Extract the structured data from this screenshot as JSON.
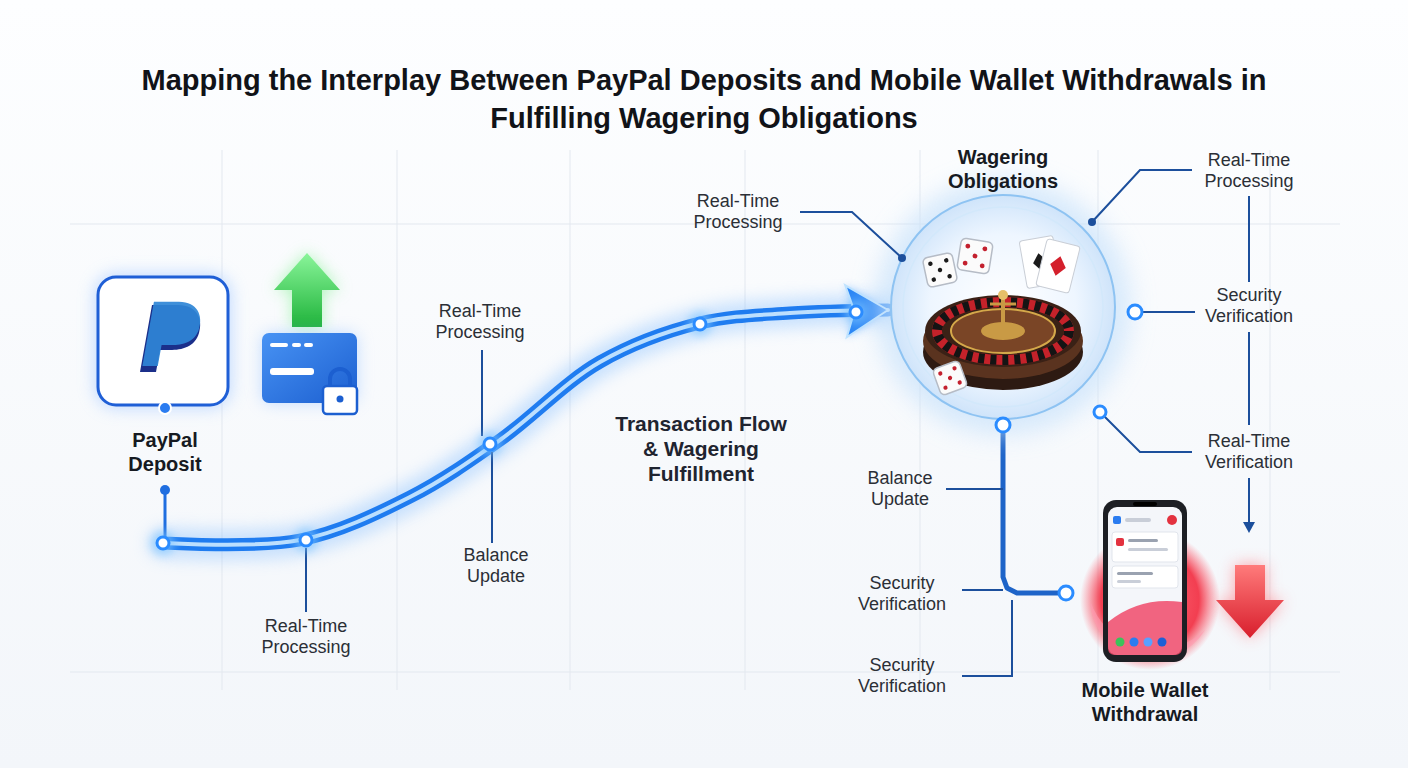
{
  "diagram": {
    "title": "Mapping the Interplay Between PayPal Deposits and Mobile Wallet Withdrawals in Fulfilling Wagering Obligations",
    "nodes": [
      {
        "text": [
          "PayPal Deposit"
        ]
      },
      {
        "text": [
          "Wagering Obligations"
        ]
      },
      {
        "text": [
          "Mobile Wallet Withdrawal"
        ]
      }
    ],
    "edges": [
      {
        "from": 0,
        "to": 1,
        "arrow": "to"
      },
      {
        "from": 1,
        "to": 2,
        "arrow": "none"
      }
    ],
    "labels": [
      "Real-Time Processing",
      "Real-Time Processing",
      "Real-Time Processing",
      "Security Verification",
      "Transaction Flow & Wagering Fulfillment",
      "Real-Time Verification",
      "Balance Update",
      "Balance Update",
      "Security Verification",
      "Real-Time Processing",
      "Security Verification"
    ]
  }
}
